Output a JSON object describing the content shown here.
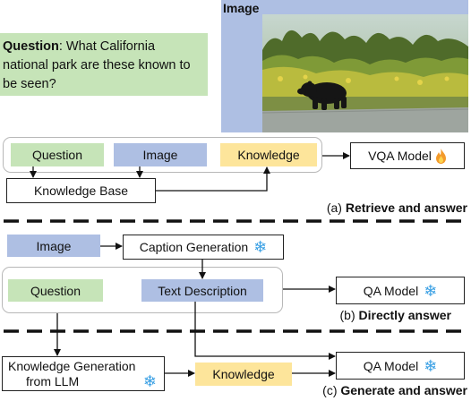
{
  "question": {
    "label": "Question",
    "separator": ":",
    "text": " What California national park are these known to be seen?"
  },
  "image_panel": {
    "title": "Image"
  },
  "section_a": {
    "question": "Question",
    "image": "Image",
    "knowledge": "Knowledge",
    "knowledge_base": "Knowledge Base",
    "vqa_model": "VQA Model",
    "vqa_icon": "fire-icon",
    "caption_prefix": "(a) ",
    "caption_bold": "Retrieve and answer"
  },
  "section_b": {
    "image": "Image",
    "caption_generation": "Caption Generation",
    "question": "Question",
    "text_description": "Text Description",
    "qa_model": "QA Model",
    "caption_prefix": "(b) ",
    "caption_bold": "Directly answer"
  },
  "section_c": {
    "knowledge_generation_line1": "Knowledge Generation",
    "knowledge_generation_line2": "from LLM",
    "knowledge": "Knowledge",
    "qa_model": "QA Model",
    "caption_prefix": "(c) ",
    "caption_bold": "Generate and answer"
  },
  "icons": {
    "frozen": "snowflake-icon",
    "frozen_glyph": "❄"
  },
  "colors": {
    "question": "#c6e4b8",
    "image": "#aebfe3",
    "knowledge": "#fde59b"
  }
}
